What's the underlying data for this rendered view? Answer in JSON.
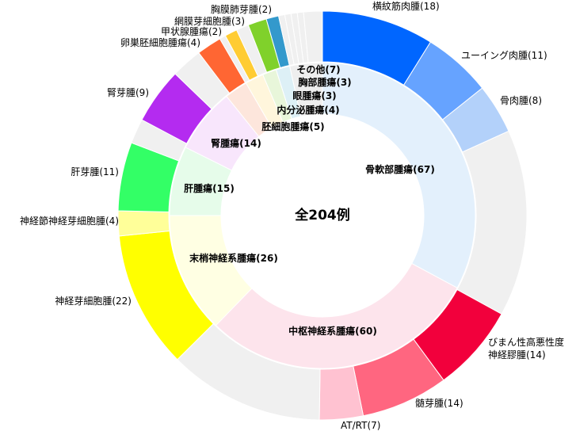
{
  "chart_data": {
    "type": "pie",
    "subtype": "nested-donut",
    "total": 204,
    "center_label": "全204例",
    "inner_ring": [
      {
        "label": "骨軟部腫瘍(67)",
        "value": 67,
        "color": "#E3F0FC"
      },
      {
        "label": "中枢神経系腫瘍(60)",
        "value": 60,
        "color": "#FDE4EC"
      },
      {
        "label": "末梢神経系腫瘍(26)",
        "value": 26,
        "color": "#FFFFE3"
      },
      {
        "label": "肝腫瘍(15)",
        "value": 15,
        "color": "#E6FCEA"
      },
      {
        "label": "腎腫瘍(14)",
        "value": 14,
        "color": "#F8E6FC"
      },
      {
        "label": "胚細胞腫瘍(5)",
        "value": 5,
        "color": "#FDE6DC"
      },
      {
        "label": "内分泌腫瘍(4)",
        "value": 4,
        "color": "#FFF6DC"
      },
      {
        "label": "眼腫瘍(3)",
        "value": 3,
        "color": "#E8F6DA"
      },
      {
        "label": "胸部腫瘍(3)",
        "value": 3,
        "color": "#DDF0F6"
      },
      {
        "label": "その他(7)",
        "value": 7,
        "color": "#EEEEEE"
      }
    ],
    "outer_ring": [
      {
        "label": "横紋筋肉腫(18)",
        "value": 18,
        "color": "#0066FF"
      },
      {
        "label": "ユーイング肉腫(11)",
        "value": 11,
        "color": "#66A3FF"
      },
      {
        "label": "骨肉腫(8)",
        "value": 8,
        "color": "#B3D1FA"
      },
      {
        "label": "",
        "value": 30,
        "color": "#F0F0F0"
      },
      {
        "label": "びまん性高悪性度\n神経膠腫(14)",
        "value": 14,
        "color": "#F2003C"
      },
      {
        "label": "髄芽腫(14)",
        "value": 14,
        "color": "#FF6680"
      },
      {
        "label": "AT/RT(7)",
        "value": 7,
        "color": "#FFC2D1"
      },
      {
        "label": "",
        "value": 25,
        "color": "#F0F0F0"
      },
      {
        "label": "神経芽細胞腫(22)",
        "value": 22,
        "color": "#FFFF00"
      },
      {
        "label": "神経節神経芽細胞腫(4)",
        "value": 4,
        "color": "#FFFF99"
      },
      {
        "label": "肝芽腫(11)",
        "value": 11,
        "color": "#33FF66"
      },
      {
        "label": "",
        "value": 4,
        "color": "#F0F0F0"
      },
      {
        "label": "腎芽腫(9)",
        "value": 9,
        "color": "#B42BF0"
      },
      {
        "label": "",
        "value": 5,
        "color": "#F0F0F0"
      },
      {
        "label": "卵巣胚細胞腫瘍(4)",
        "value": 4,
        "color": "#FF6633"
      },
      {
        "label": "",
        "value": 1,
        "color": "#F0F0F0"
      },
      {
        "label": "甲状腺腫瘍(2)",
        "value": 2,
        "color": "#FFCC33"
      },
      {
        "label": "",
        "value": 2,
        "color": "#F0F0F0"
      },
      {
        "label": "網膜芽細胞腫(3)",
        "value": 3,
        "color": "#80D12B"
      },
      {
        "label": "胸膜肺芽腫(2)",
        "value": 2,
        "color": "#3399CC"
      },
      {
        "label": "",
        "value": 1,
        "color": "#F0F0F0"
      },
      {
        "label": "",
        "value": 1,
        "color": "#F0F0F0"
      },
      {
        "label": "",
        "value": 1,
        "color": "#F0F0F0"
      },
      {
        "label": "",
        "value": 1,
        "color": "#F0F0F0"
      },
      {
        "label": "",
        "value": 3,
        "color": "#F0F0F0"
      }
    ],
    "legend": "none"
  }
}
